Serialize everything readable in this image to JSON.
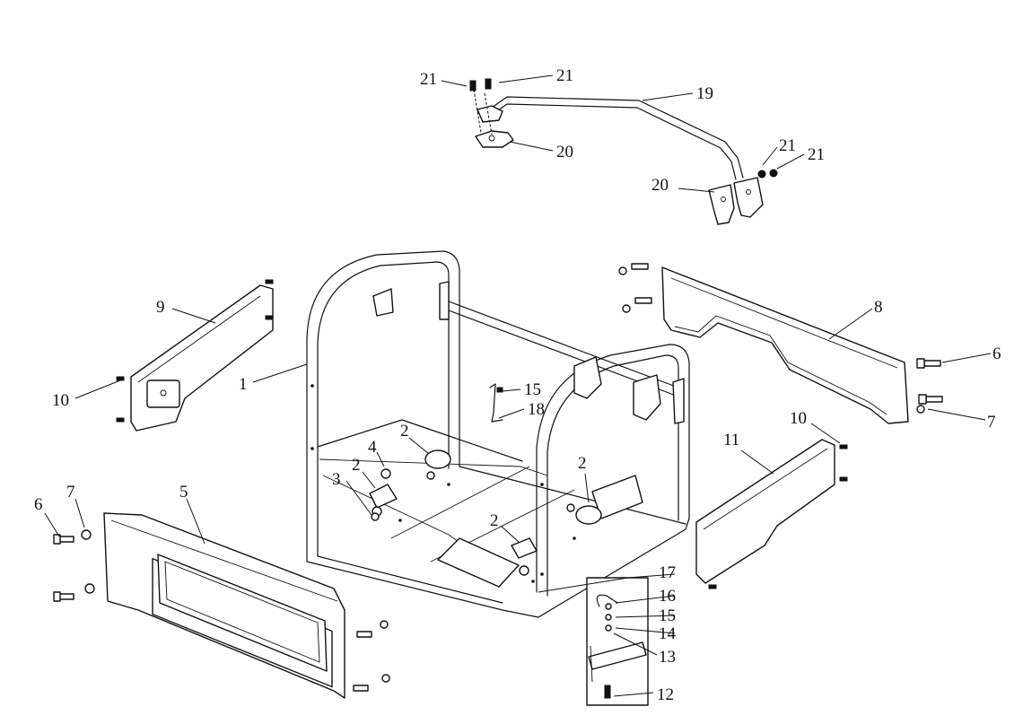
{
  "callouts": [
    {
      "id": "c21a",
      "label": "21"
    },
    {
      "id": "c21b",
      "label": "21"
    },
    {
      "id": "c19",
      "label": "19"
    },
    {
      "id": "c20a",
      "label": "20"
    },
    {
      "id": "c21c",
      "label": "21"
    },
    {
      "id": "c21d",
      "label": "21"
    },
    {
      "id": "c20b",
      "label": "20"
    },
    {
      "id": "c9",
      "label": "9"
    },
    {
      "id": "c8",
      "label": "8"
    },
    {
      "id": "c6a",
      "label": "6"
    },
    {
      "id": "c7a",
      "label": "7"
    },
    {
      "id": "c1",
      "label": "1"
    },
    {
      "id": "c10a",
      "label": "10"
    },
    {
      "id": "c15a",
      "label": "15"
    },
    {
      "id": "c18",
      "label": "18"
    },
    {
      "id": "c2a",
      "label": "2"
    },
    {
      "id": "c4",
      "label": "4"
    },
    {
      "id": "c2b",
      "label": "2"
    },
    {
      "id": "c3",
      "label": "3"
    },
    {
      "id": "c2c",
      "label": "2"
    },
    {
      "id": "c2d",
      "label": "2"
    },
    {
      "id": "c10b",
      "label": "10"
    },
    {
      "id": "c11",
      "label": "11"
    },
    {
      "id": "c7b",
      "label": "7"
    },
    {
      "id": "c6b",
      "label": "6"
    },
    {
      "id": "c5",
      "label": "5"
    },
    {
      "id": "c17",
      "label": "17"
    },
    {
      "id": "c16",
      "label": "16"
    },
    {
      "id": "c15b",
      "label": "15"
    },
    {
      "id": "c14",
      "label": "14"
    },
    {
      "id": "c13",
      "label": "13"
    },
    {
      "id": "c12",
      "label": "12"
    }
  ]
}
